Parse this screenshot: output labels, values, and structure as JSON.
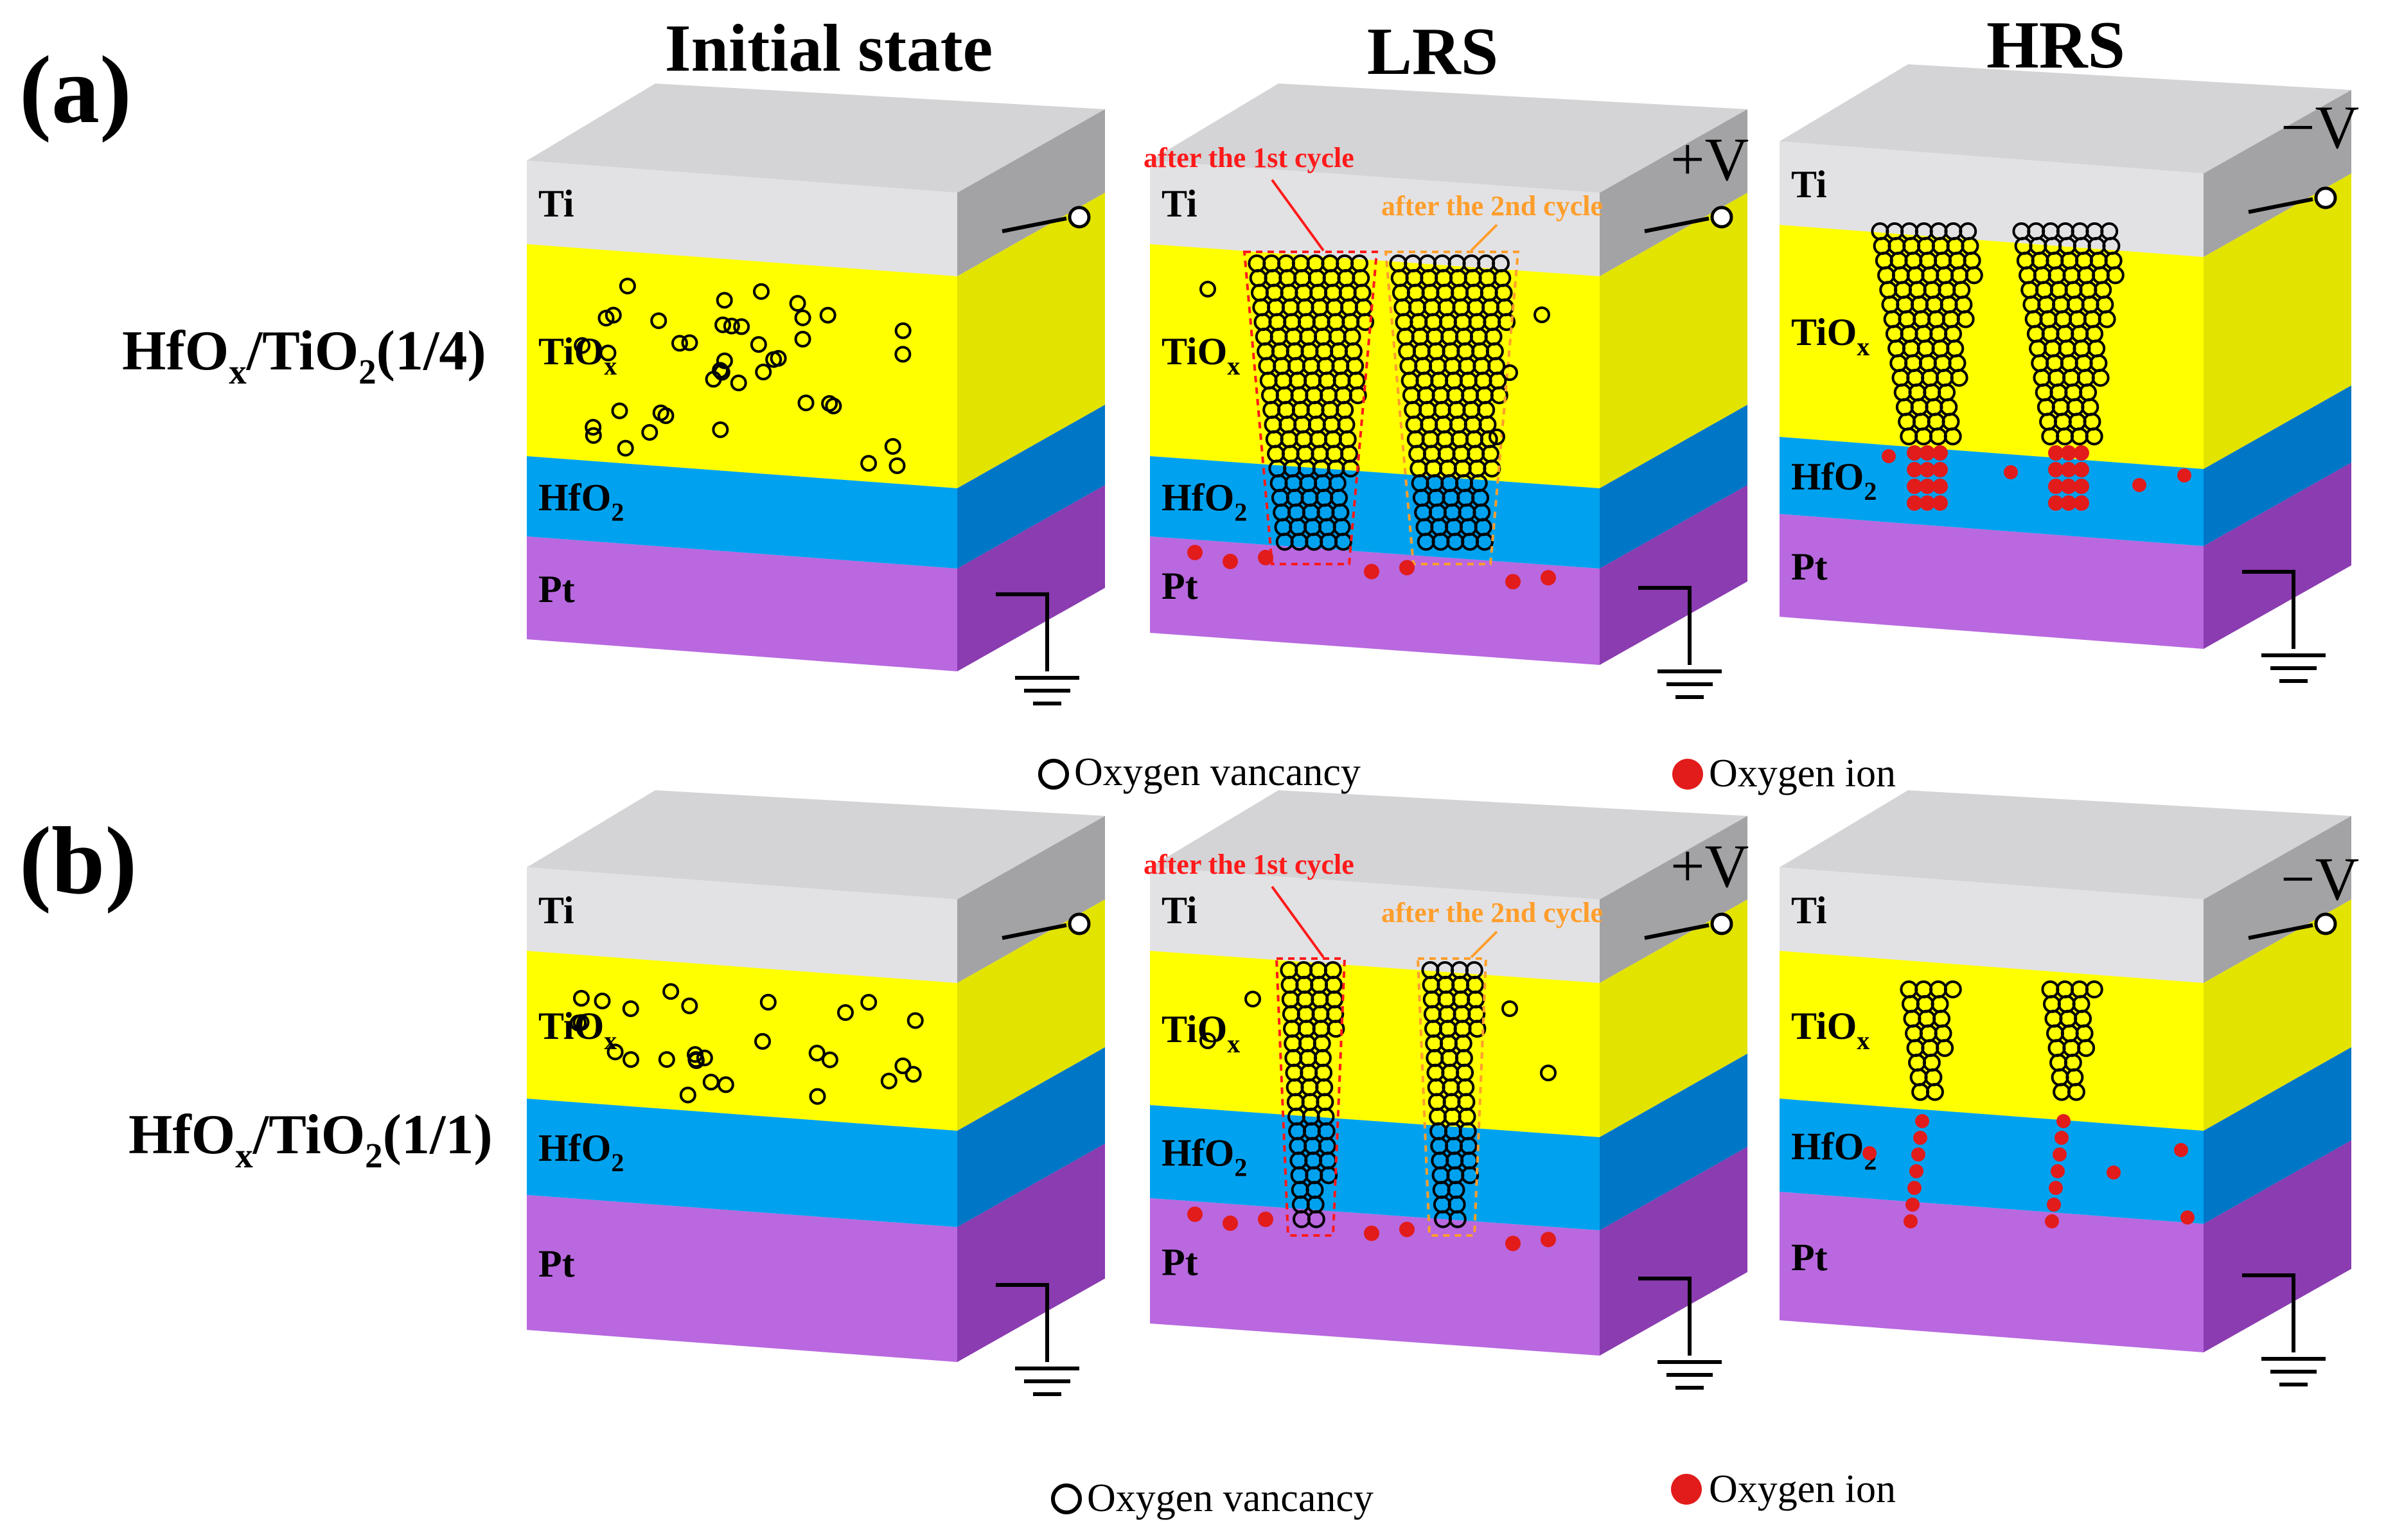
{
  "figure": {
    "panel_a": {
      "letter": "(a)",
      "sample": "HfOx/TiO2(1/4)"
    },
    "panel_b": {
      "letter": "(b)",
      "sample": "HfOx/TiO2(1/1)"
    },
    "column_titles": [
      "Initial state",
      "LRS",
      "HRS"
    ],
    "layer_labels": {
      "ti": "Ti",
      "tiox": "TiOx",
      "hfo2": "HfO2",
      "pt": "Pt"
    },
    "annotations": {
      "first_cycle": "after the 1st cycle",
      "second_cycle": "after the 2nd cycle",
      "plus_v": "+V",
      "minus_v": "−V"
    },
    "legend": {
      "vacancy": "Oxygen vancancy",
      "ion": "Oxygen ion"
    },
    "colors": {
      "ti_front": "#e2e2e4",
      "ti_top": "#d4d3d6",
      "ti_side": "#a3a3a5",
      "tiox": "#ffff00",
      "tiox_side": "#e3e300",
      "hfo2": "#00a2ef",
      "hfo2_side": "#0076c6",
      "pt": "#b968df",
      "pt_side": "#8a3cb0",
      "vacancy_stroke": "#000000",
      "ion": "#e21b1b",
      "first_cycle_text": "#ff1a1a",
      "second_cycle_text": "#ff9e2c"
    }
  }
}
